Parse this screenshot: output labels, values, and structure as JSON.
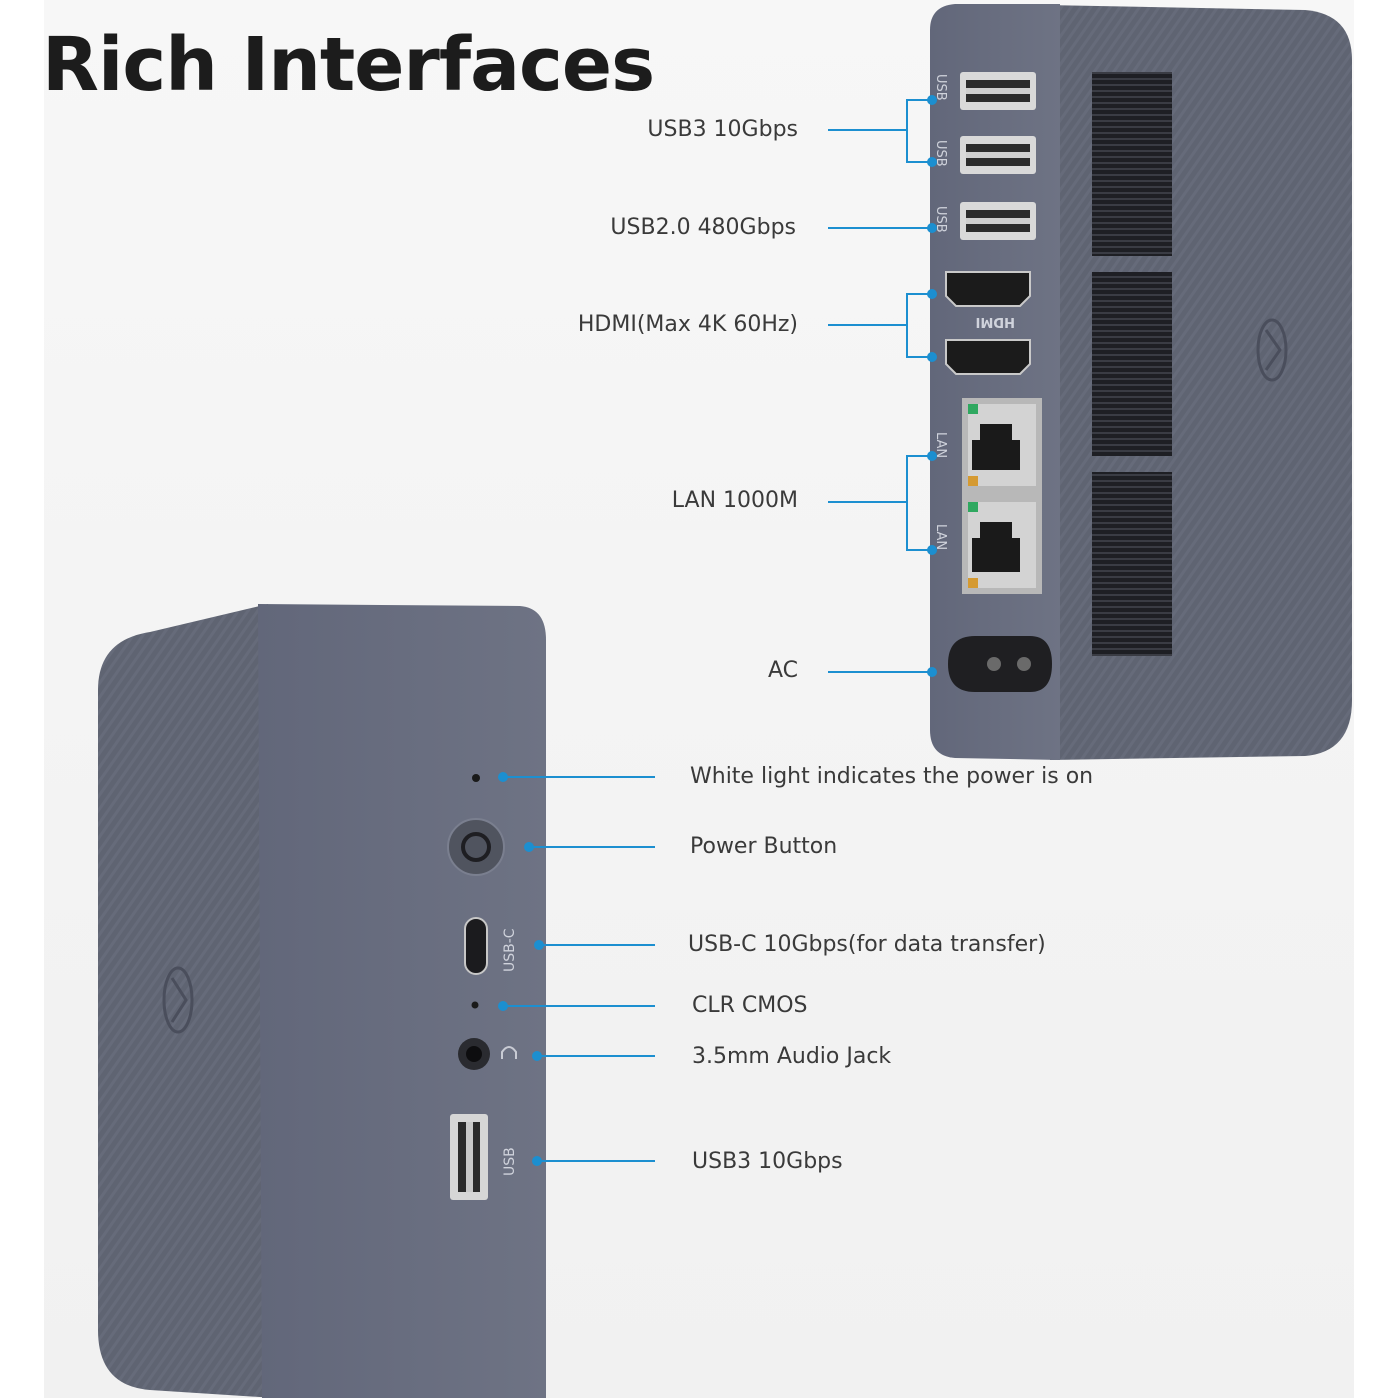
{
  "title": "Rich Interfaces",
  "rear_labels": {
    "usb3": "USB3 10Gbps",
    "usb2": "USB2.0 480Gbps",
    "hdmi": "HDMI(Max 4K 60Hz)",
    "lan": "LAN 1000M",
    "ac": "AC"
  },
  "front_labels": {
    "power_light": "White light indicates the power is on",
    "power_button": "Power Button",
    "usb_c": "USB-C 10Gbps(for data transfer)",
    "clr_cmos": "CLR CMOS",
    "audio": "3.5mm Audio Jack",
    "usb3": "USB3 10Gbps"
  },
  "port_markings": {
    "usb": "USB",
    "hdmi": "HDMI",
    "lan": "LAN",
    "usb_c": "USB-C"
  },
  "colors": {
    "accent_line": "#1c8fd0",
    "device_body": "#5d6270",
    "device_face": "#6b7080",
    "port": "#2a2a2a"
  }
}
